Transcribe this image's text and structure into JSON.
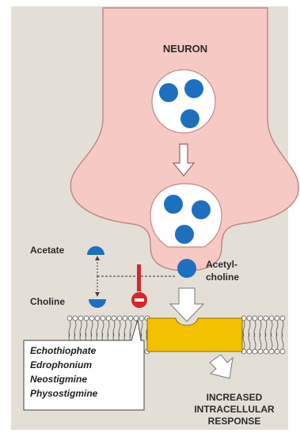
{
  "diagram": {
    "neuron_label": "NEURON",
    "acetate_label": "Acetate",
    "choline_label": "Choline",
    "acetylcholine_label_line1": "Acetyl-",
    "acetylcholine_label_line2": "choline",
    "drugs": [
      "Echothiophate",
      "Edrophonium",
      "Neostigmine",
      "Physostigmine"
    ],
    "response_line1": "INCREASED",
    "response_line2": "INTRACELLULAR",
    "response_line3": "RESPONSE",
    "colors": {
      "background": "#e4dfd6",
      "neuron": "#f6c9c4",
      "neuron_outline": "#bf8a85",
      "vesicle": "#1f6fbf",
      "receptor": "#f2c200",
      "inhibitor": "#d6262b",
      "membrane": "#555555"
    }
  }
}
